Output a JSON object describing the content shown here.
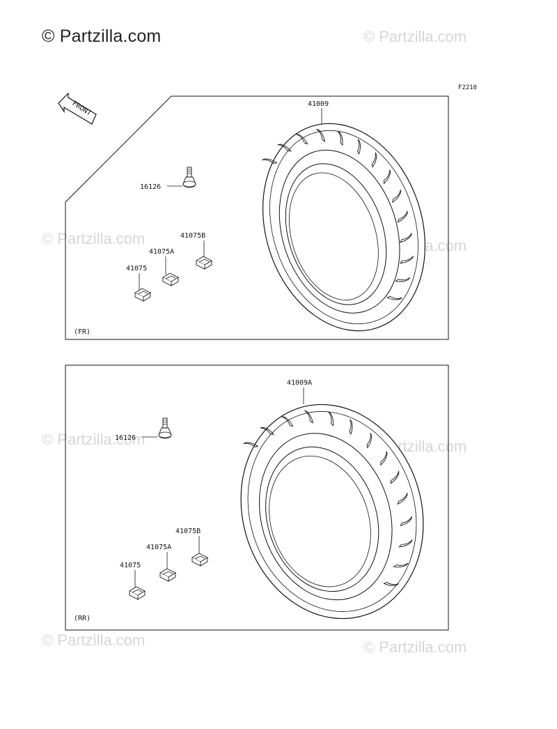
{
  "brand": {
    "text": "© Partzilla.com"
  },
  "watermarks": [
    "© Partzilla.com",
    "© Partzilla.com",
    "© Partzilla.com",
    "© Partzilla.com",
    "© Partzilla.com",
    "© Partzilla.com",
    "© Partzilla.com"
  ],
  "diagram_code": "F2210",
  "front_arrow": {
    "text": "FRONT"
  },
  "front_panel": {
    "label": "(FR)",
    "parts": {
      "tire": "41009",
      "valve": "16126",
      "weight_b": "41075B",
      "weight_a": "41075A",
      "weight": "41075"
    }
  },
  "rear_panel": {
    "label": "(RR)",
    "parts": {
      "tire": "41009A",
      "valve": "16126",
      "weight_b": "41075B",
      "weight_a": "41075A",
      "weight": "41075"
    }
  }
}
